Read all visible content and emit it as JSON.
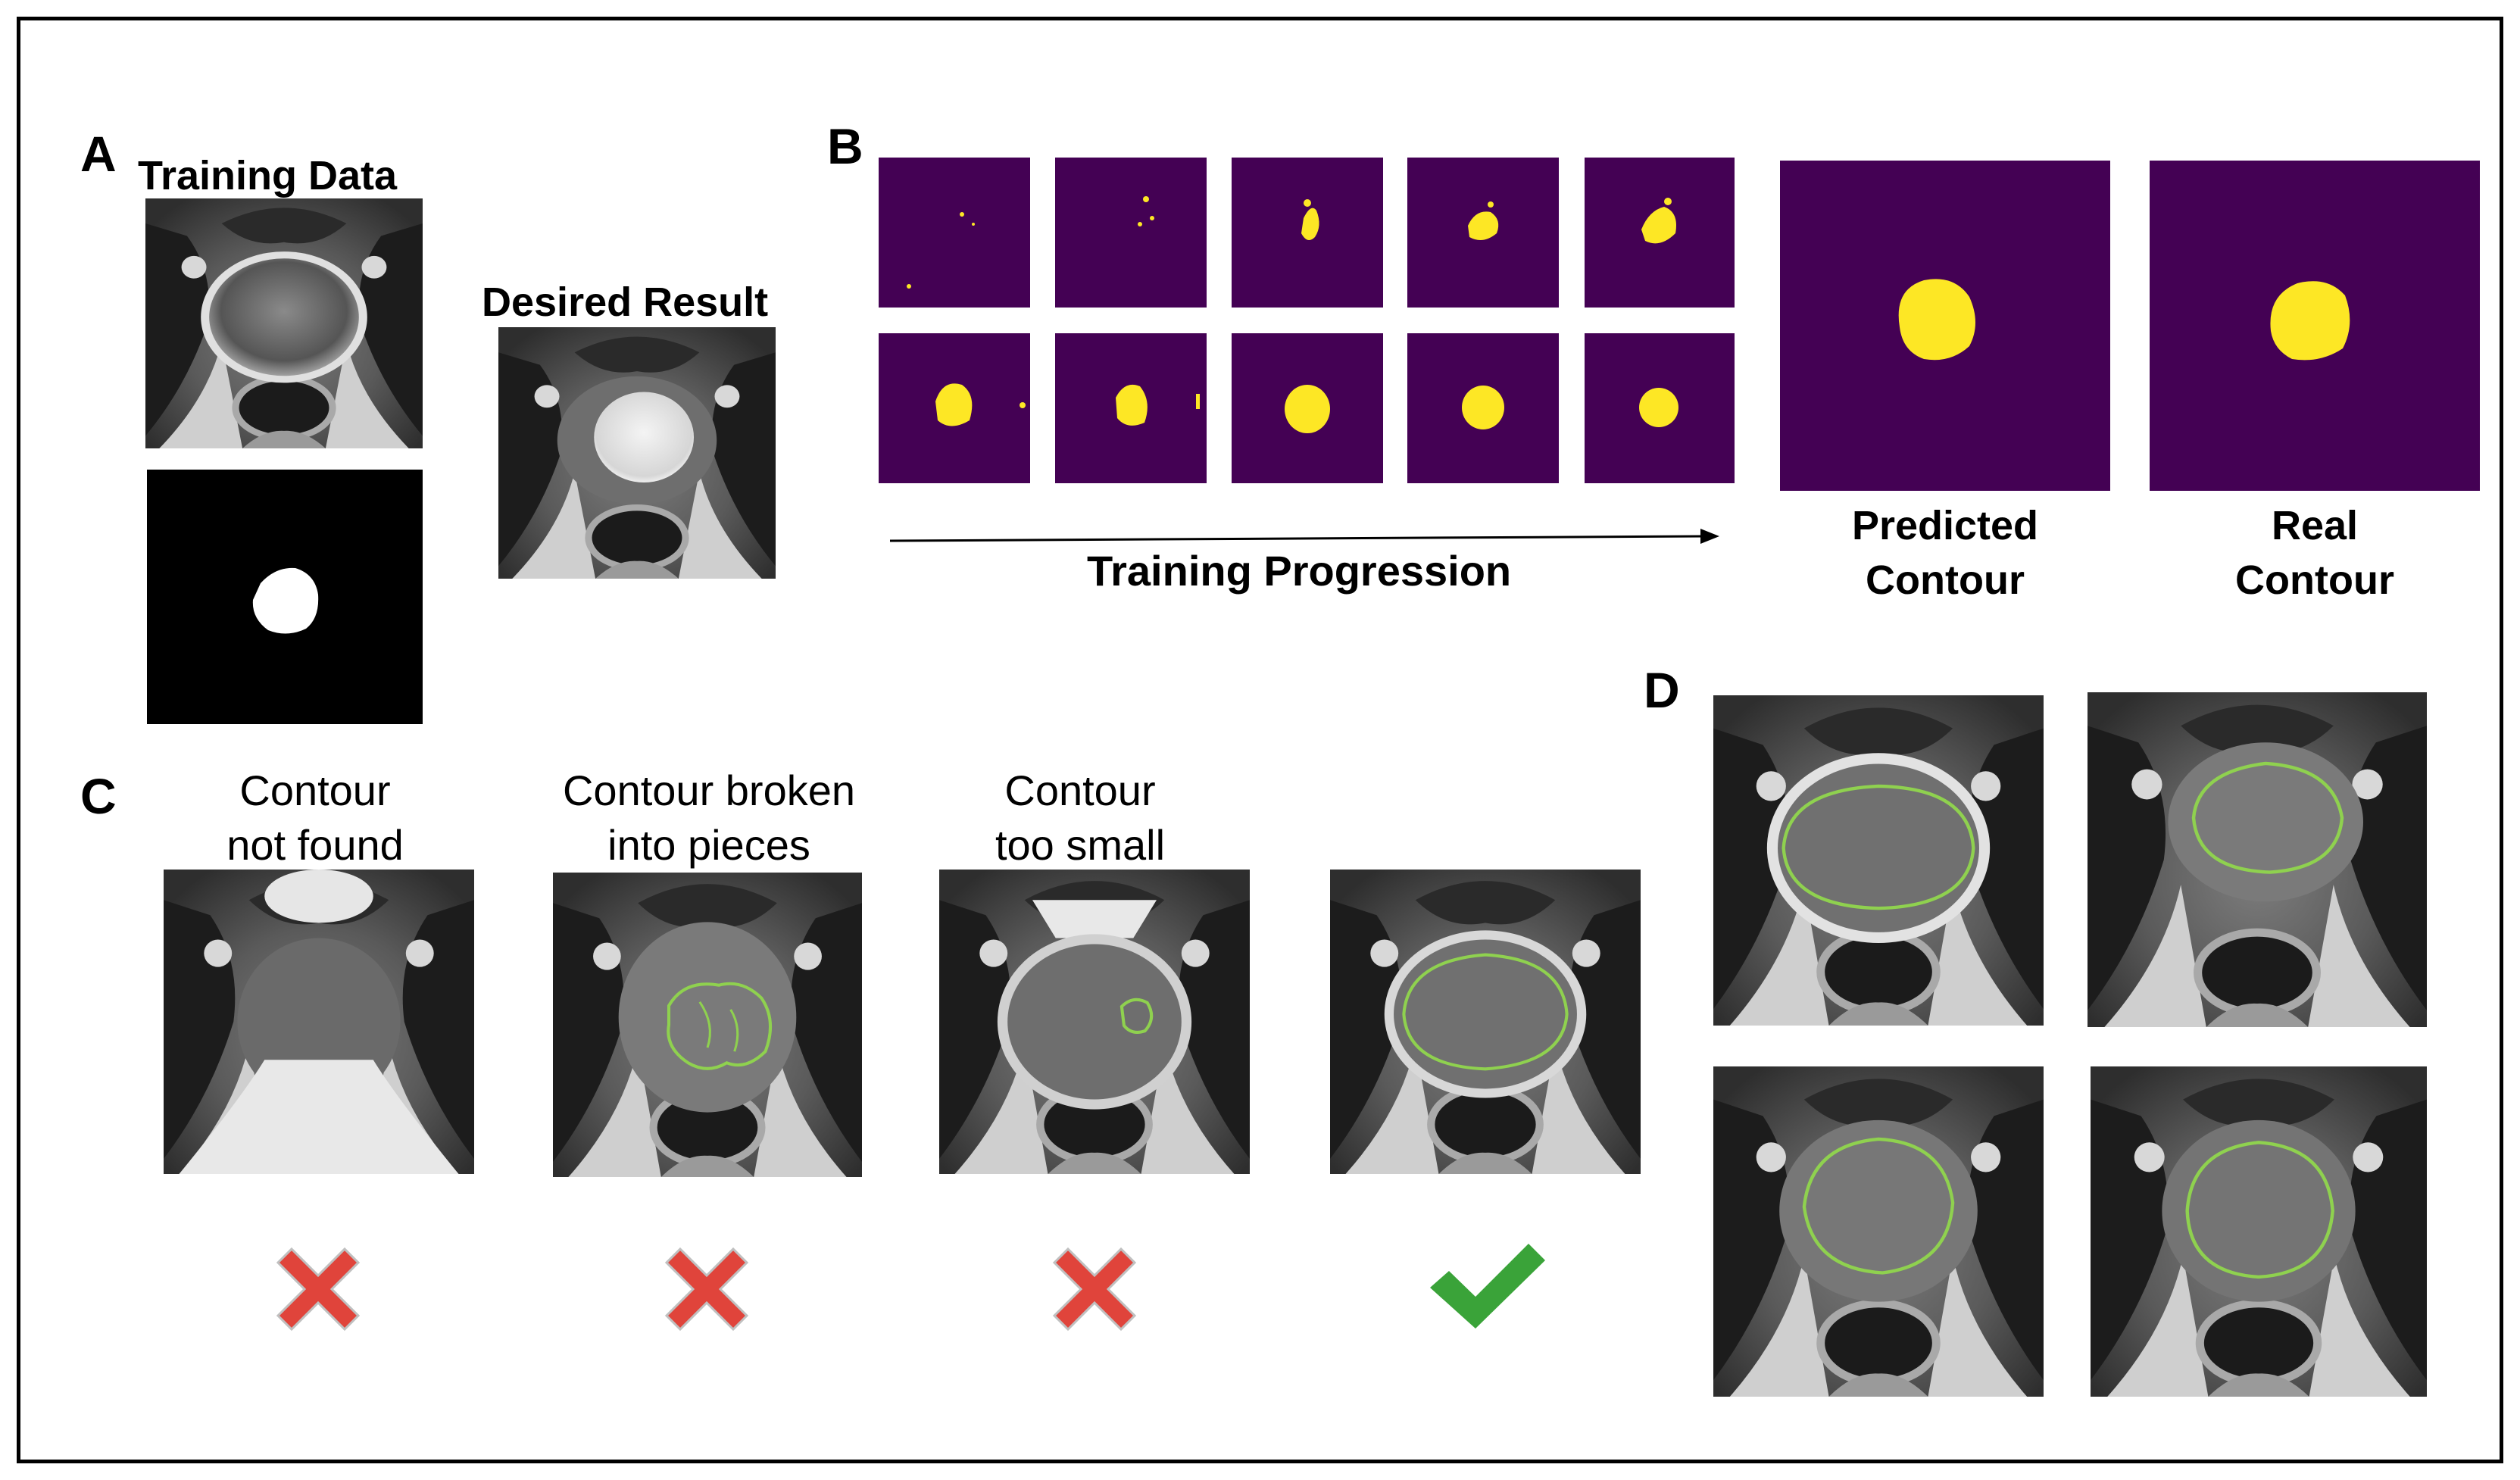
{
  "panels": {
    "a": {
      "letter": "A",
      "training_data_label": "Training Data",
      "desired_result_label": "Desired Result"
    },
    "b": {
      "letter": "B",
      "progression_label": "Training Progression",
      "predicted_line1": "Predicted",
      "predicted_line2": "Contour",
      "real_line1": "Real",
      "real_line2": "Contour"
    },
    "c": {
      "letter": "C",
      "cases": [
        {
          "line1": "Contour",
          "line2": "not found",
          "result": "cross-icon"
        },
        {
          "line1": "Contour broken",
          "line2": "into pieces",
          "result": "cross-icon"
        },
        {
          "line1": "Contour",
          "line2": "too small",
          "result": "cross-icon"
        },
        {
          "line1": "",
          "line2": "",
          "result": "check-icon"
        }
      ]
    },
    "d": {
      "letter": "D"
    }
  },
  "colors": {
    "mask_background": "#440154",
    "mask_foreground": "#fde725",
    "contour_green": "#8fd14f",
    "cross_red": "#e0443b",
    "check_green": "#3aa339"
  }
}
